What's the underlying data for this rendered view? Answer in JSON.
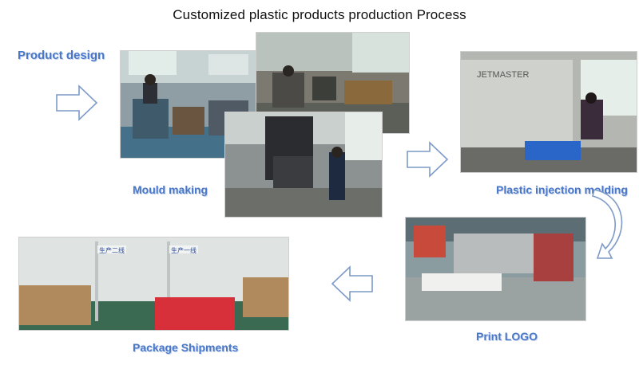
{
  "title": "Customized plastic products production Process",
  "steps": {
    "design": "Product design",
    "mould": "Mould making",
    "injection": "Plastic injection molding",
    "print": "Print LOGO",
    "package": "Package Shipments"
  },
  "photo_signs": {
    "machine_brand": "JETMASTER",
    "line_sign_left": "生产二线",
    "line_sign_right": "生产一线"
  },
  "colors": {
    "label_blue": "#4a78c8",
    "arrow_stroke": "#7d9ac8"
  }
}
